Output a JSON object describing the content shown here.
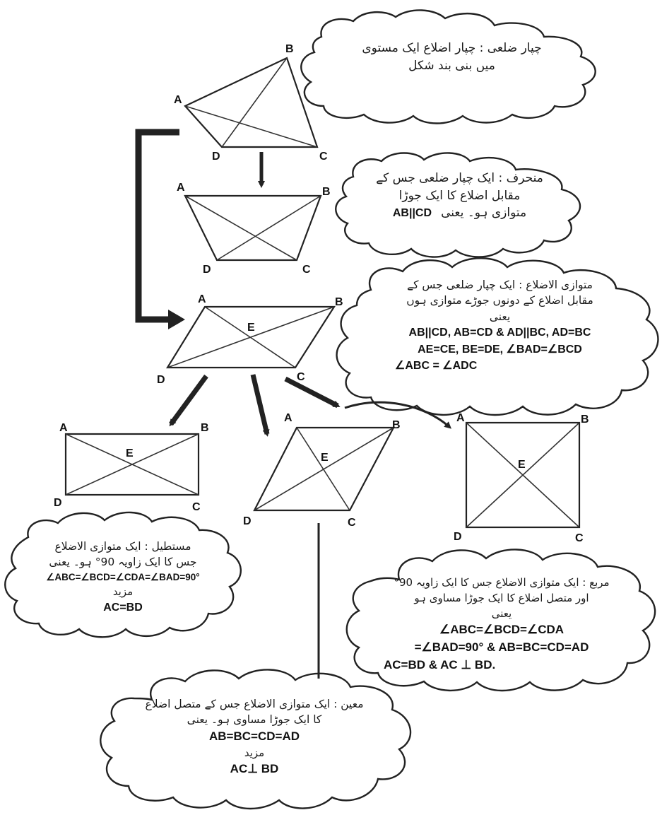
{
  "clouds": {
    "quadrilateral": {
      "lines": [
        "چپار ضلعی : چپار اضلاع ایک مستوی",
        "میں بنی بند شکل"
      ]
    },
    "trapezium": {
      "lines": [
        "منحرف : ایک چپار ضلعی جس کے",
        "مقابل اضلاع کا ایک جوڑا",
        "متوازی ہو۔ یعنی"
      ],
      "math": "AB||CD"
    },
    "parallelogram": {
      "lines": [
        "متوازی الاضلاع : ایک چپار ضلعی جس کے",
        "مقابل اضلاع کے دونوں جوڑے متوازی ہوں",
        "یعنی"
      ],
      "math": [
        "AB||CD, AB=CD & AD||BC, AD=BC",
        "AE=CE, BE=DE, ∠BAD=∠BCD",
        "∠ABC = ∠ADC"
      ]
    },
    "rectangle": {
      "lines": [
        "مستطیل : ایک متوازی الاضلاع",
        "جس کا ایک زاویہ 90° ہو۔ یعنی"
      ],
      "math1": "∠ABC=∠BCD=∠CDA=∠BAD=90°",
      "extra": "مزید",
      "math2": "AC=BD"
    },
    "square": {
      "lines": [
        "مربع : ایک متوازی الاضلاع جس کا ایک زاویہ 90°",
        "اور متصل اضلاع کا ایک جوڑا مساوی ہو",
        "یعنی"
      ],
      "math": [
        "∠ABC=∠BCD=∠CDA",
        "=∠BAD=90° & AB=BC=CD=AD",
        "AC=BD & AC ⊥ BD."
      ]
    },
    "rhombus": {
      "lines": [
        "معین : ایک متوازی الاضلاع جس کے متصل اضلاع",
        "کا ایک جوڑا مساوی ہو۔ یعنی"
      ],
      "math1": "AB=BC=CD=AD",
      "extra": "مزید",
      "math2": "AC⊥ BD"
    }
  },
  "vertex_labels": {
    "quad": [
      "A",
      "B",
      "C",
      "D"
    ],
    "trap": [
      "A",
      "B",
      "C",
      "D"
    ],
    "para": [
      "A",
      "B",
      "C",
      "D",
      "E"
    ],
    "rect": [
      "A",
      "B",
      "C",
      "D",
      "E"
    ],
    "rhom": [
      "A",
      "B",
      "C",
      "D",
      "E"
    ],
    "sq": [
      "A",
      "B",
      "C",
      "D",
      "E"
    ]
  }
}
